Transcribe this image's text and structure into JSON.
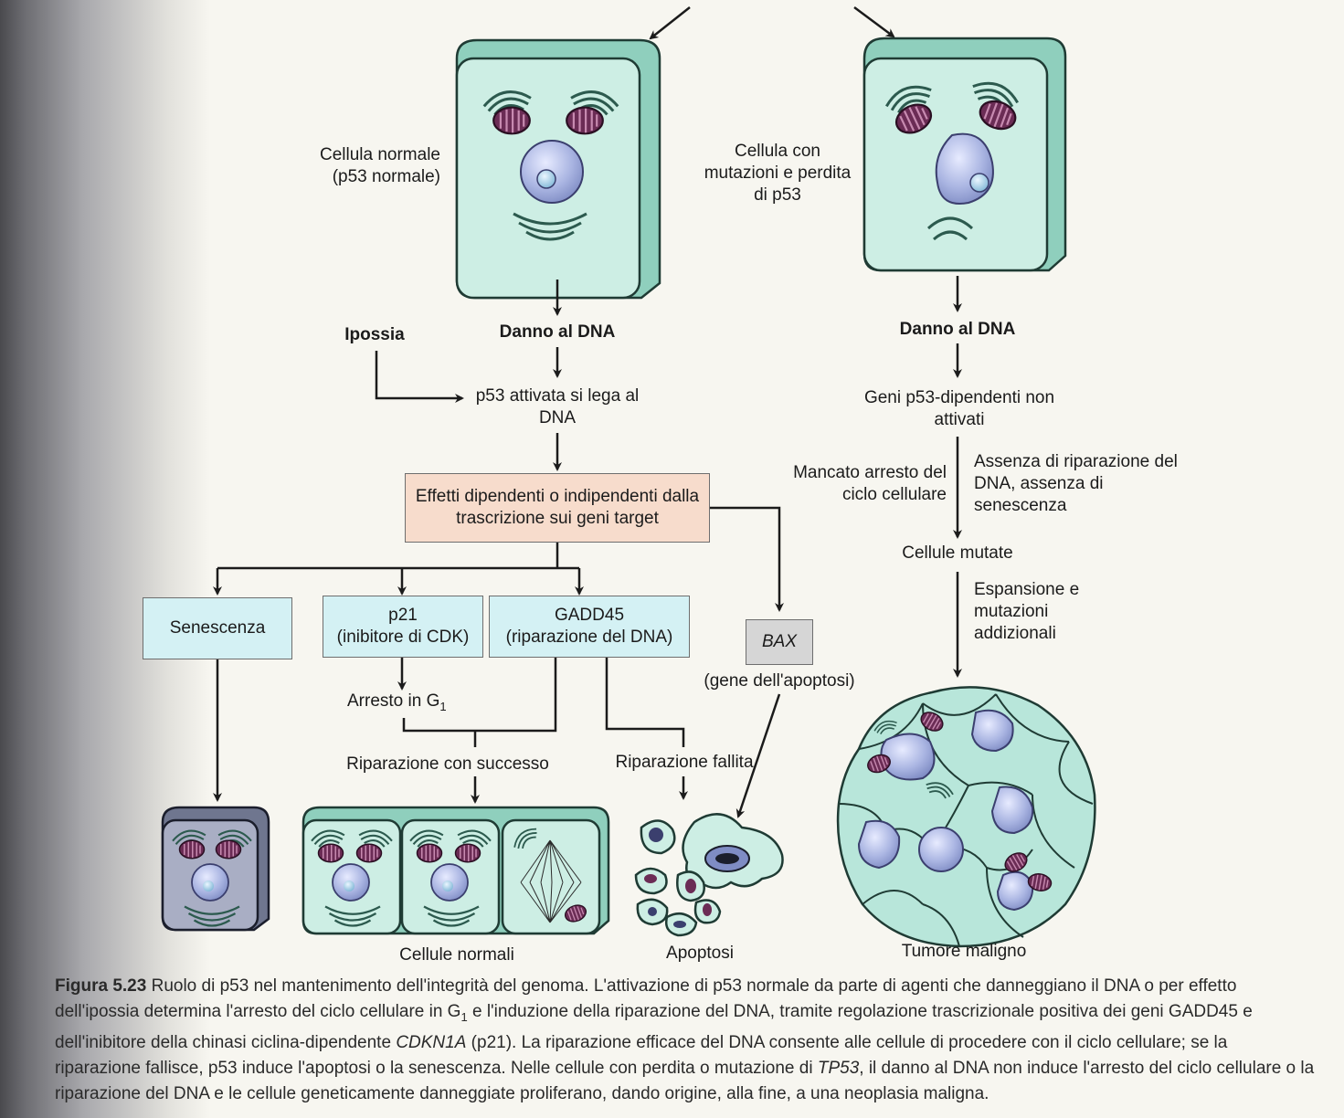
{
  "labels": {
    "normal_cell": "Cellula normale (p53 normale)",
    "mutated_cell": "Cellula con mutazioni e perdita di p53",
    "hypoxia": "Ipossia",
    "dna_damage_left": "Danno al DNA",
    "dna_damage_right": "Danno al DNA",
    "p53_binds": "p53 attivata si lega al DNA",
    "effects_box": "Effetti dipendenti o indipendenti dalla trascrizione sui geni target",
    "senescence_box": "Senescenza",
    "p21_box_line1": "p21",
    "p21_box_line2": "(inibitore di CDK)",
    "gadd45_box_line1": "GADD45",
    "gadd45_box_line2": "(riparazione del DNA)",
    "bax_box": "BAX",
    "bax_note": "(gene dell'apoptosi)",
    "arrest_g1_prefix": "Arresto in G",
    "arrest_g1_sub": "1",
    "repair_success": "Riparazione con successo",
    "repair_failed": "Riparazione fallita",
    "normal_cells": "Cellule normali",
    "apoptosis": "Apoptosi",
    "genes_not_activated": "Geni p53-dipendenti non attivati",
    "no_cycle_arrest": "Mancato arresto del ciclo cellulare",
    "no_repair": "Assenza di riparazione del DNA, assenza di senescenza",
    "mutated_cells": "Cellule mutate",
    "expansion": "Espansione e mutazioni addizionali",
    "malignant_tumor": "Tumore maligno"
  },
  "caption": {
    "figure": "Figura 5.23",
    "part1": " Ruolo di p53 nel mantenimento dell'integrità del genoma. L'attivazione di p53 normale da parte di agenti che danneggiano il DNA o per effetto dell'ipossia determina l'arresto del ciclo cellulare in G",
    "sub1": "1",
    "part2": " e l'induzione della riparazione del DNA, tramite regolazione trascrizionale positiva dei geni GADD45 e dell'inibitore della chinasi ciclina-dipendente ",
    "gene1": "CDKN1A",
    "part3": " (p21). La riparazione efficace del DNA consente alle cellule di procedere con il ciclo cellulare; se la riparazione fallisce, p53 induce l'apoptosi o la senescenza. Nelle cellule con perdita o mutazione di ",
    "gene2": "TP53",
    "part4": ", il danno al DNA non induce l'arresto del ciclo cellulare o la riparazione del DNA e le cellule geneticamente danneggiate proliferano, dando origine, alla fine, a una neoplasia maligna."
  },
  "colors": {
    "cell_fill": "#cdeee4",
    "cell_side": "#8fcfbd",
    "nucleus": "#a7b3e0",
    "mitochondria": "#6b2c55",
    "senescent_cell": "#a9aec4",
    "pink_box": "#f7dccc",
    "cyan_box": "#d4f1f4",
    "grey_box": "#d6d6d6"
  }
}
